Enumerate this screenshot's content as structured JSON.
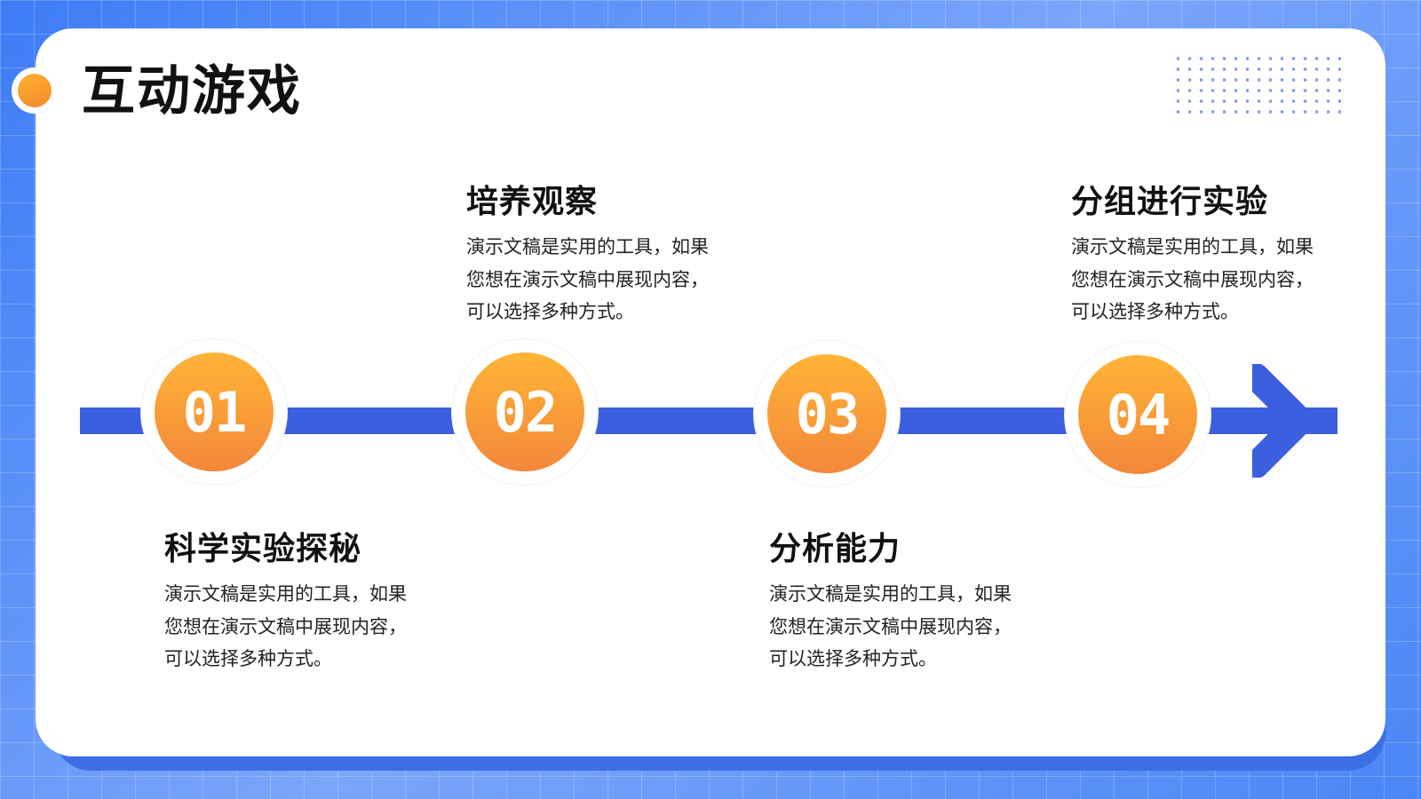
{
  "slide": {
    "title": "互动游戏"
  },
  "steps": [
    {
      "number": "01",
      "title": "科学实验探秘",
      "description": "演示文稿是实用的工具，如果您想在演示文稿中展现内容，可以选择多种方式。"
    },
    {
      "number": "02",
      "title": "培养观察",
      "description": "演示文稿是实用的工具，如果您想在演示文稿中展现内容，可以选择多种方式。"
    },
    {
      "number": "03",
      "title": "分析能力",
      "description": "演示文稿是实用的工具，如果您想在演示文稿中展现内容，可以选择多种方式。"
    },
    {
      "number": "04",
      "title": "分组进行实验",
      "description": "演示文稿是实用的工具，如果您想在演示文稿中展现内容，可以选择多种方式。"
    }
  ],
  "colors": {
    "timeline": "#3c5fe0",
    "accent_orange_top": "#ffb436",
    "accent_orange_bottom": "#f3873a",
    "background_blue": "#5b90f5"
  }
}
